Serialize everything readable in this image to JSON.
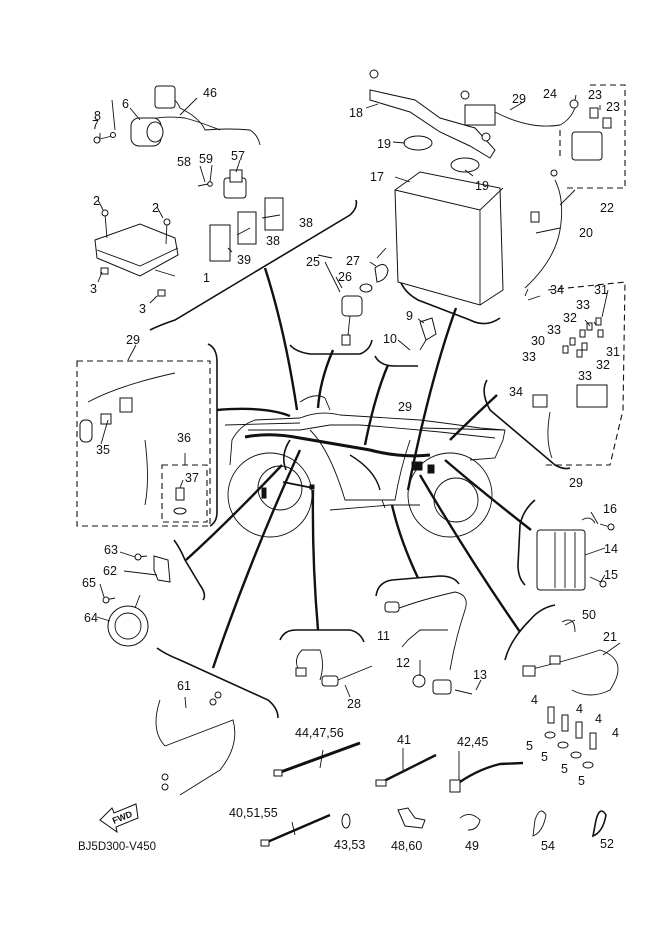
{
  "diagram": {
    "title": "Electrical parts exploded diagram",
    "code": "BJ5D300-V450",
    "fwd_label": "FWD",
    "callouts": {
      "c1": "1",
      "c2a": "2",
      "c2b": "2",
      "c3a": "3",
      "c3b": "3",
      "c4a": "4",
      "c4b": "4",
      "c4c": "4",
      "c4d": "4",
      "c5a": "5",
      "c5b": "5",
      "c5c": "5",
      "c5d": "5",
      "c6": "6",
      "c7": "7",
      "c8": "8",
      "c9": "9",
      "c10": "10",
      "c11": "11",
      "c12": "12",
      "c13": "13",
      "c14": "14",
      "c15": "15",
      "c16": "16",
      "c17": "17",
      "c18": "18",
      "c19a": "19",
      "c19b": "19",
      "c20": "20",
      "c21": "21",
      "c22": "22",
      "c23a": "23",
      "c23b": "23",
      "c24": "24",
      "c25": "25",
      "c26": "26",
      "c27": "27",
      "c28": "28",
      "c29a": "29",
      "c29b": "29",
      "c29c": "29",
      "c29d": "29",
      "c30": "30",
      "c31a": "31",
      "c31b": "31",
      "c32a": "32",
      "c32b": "32",
      "c33a": "33",
      "c33b": "33",
      "c33c": "33",
      "c33d": "33",
      "c34a": "34",
      "c34b": "34",
      "c35": "35",
      "c36": "36",
      "c37": "37",
      "c38a": "38",
      "c38b": "38",
      "c39": "39",
      "c40": "40,51,55",
      "c41": "41",
      "c42": "42,45",
      "c43": "43,53",
      "c44": "44,47,56",
      "c46": "46",
      "c48": "48,60",
      "c49": "49",
      "c50": "50",
      "c52": "52",
      "c54": "54",
      "c57": "57",
      "c58": "58",
      "c59": "59",
      "c61": "61",
      "c62": "62",
      "c63": "63",
      "c64": "64",
      "c65": "65"
    }
  }
}
